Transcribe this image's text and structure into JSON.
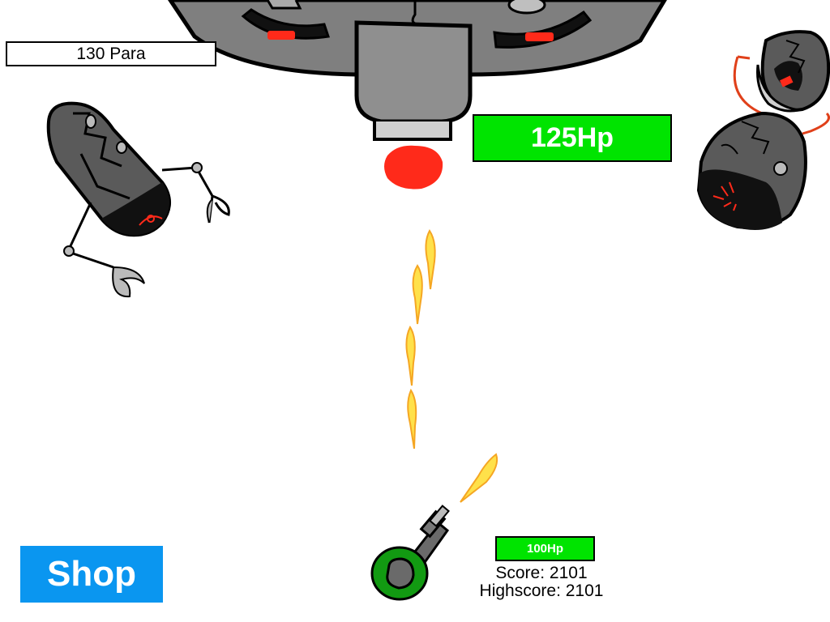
{
  "hud": {
    "money": "130 Para",
    "boss_hp": "125Hp",
    "player_hp": "100Hp",
    "score": "Score: 2101",
    "highscore": "Highscore: 2101",
    "shop_label": "Shop"
  },
  "colors": {
    "hp_green": "#00e400",
    "shop_blue": "#0a96f0",
    "boss_gray": "#7f7f7f",
    "robot_dark": "#555555",
    "accent_red": "#ff2a1a",
    "player_green": "#129a12",
    "flame_orange": "#f5a623",
    "flame_yellow": "#ffe14a"
  },
  "icons": [
    "boss-ship-icon",
    "claw-robot-icon",
    "pod-robot-icon",
    "player-turret-icon",
    "fire-bullet-icon"
  ]
}
